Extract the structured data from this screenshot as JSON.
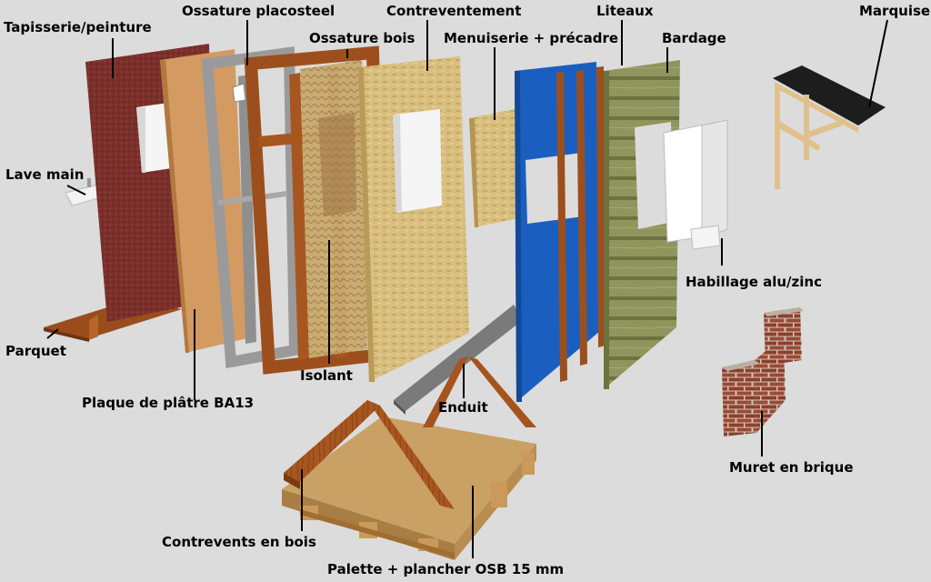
{
  "colors": {
    "background": "#dcdcdc",
    "wallpaper": "#7a2f2a",
    "plasterboard": "#d39a62",
    "metal_frame": "#9a9a9a",
    "wood_frame": "#9c4f1c",
    "insulation": "#c9a86c",
    "osb": "#d9bf7f",
    "membrane_blue": "#1a5fc0",
    "cladding": "#8f955c",
    "brick": "#9b4a32",
    "render": "#777777",
    "label_text": "#000000"
  },
  "labels": {
    "tapisserie": "Tapisserie/peinture",
    "placosteel": "Ossature placosteel",
    "contreventement": "Contreventement",
    "liteaux": "Liteaux",
    "marquise": "Marquise",
    "ossature_bois": "Ossature bois",
    "menuiserie": "Menuiserie + précadre",
    "bardage": "Bardage",
    "lave_main": "Lave main",
    "habillage": "Habillage alu/zinc",
    "parquet": "Parquet",
    "isolant": "Isolant",
    "plaque": "Plaque de plâtre BA13",
    "enduit": "Enduit",
    "muret": "Muret en brique",
    "contrevents": "Contrevents en bois",
    "palette": "Palette + plancher OSB 15 mm"
  },
  "icons": {
    "wall_layers": "exploded-wall-icon",
    "roof": "canopy-icon",
    "brick": "brick-wall-icon",
    "pallet": "pallet-icon"
  }
}
